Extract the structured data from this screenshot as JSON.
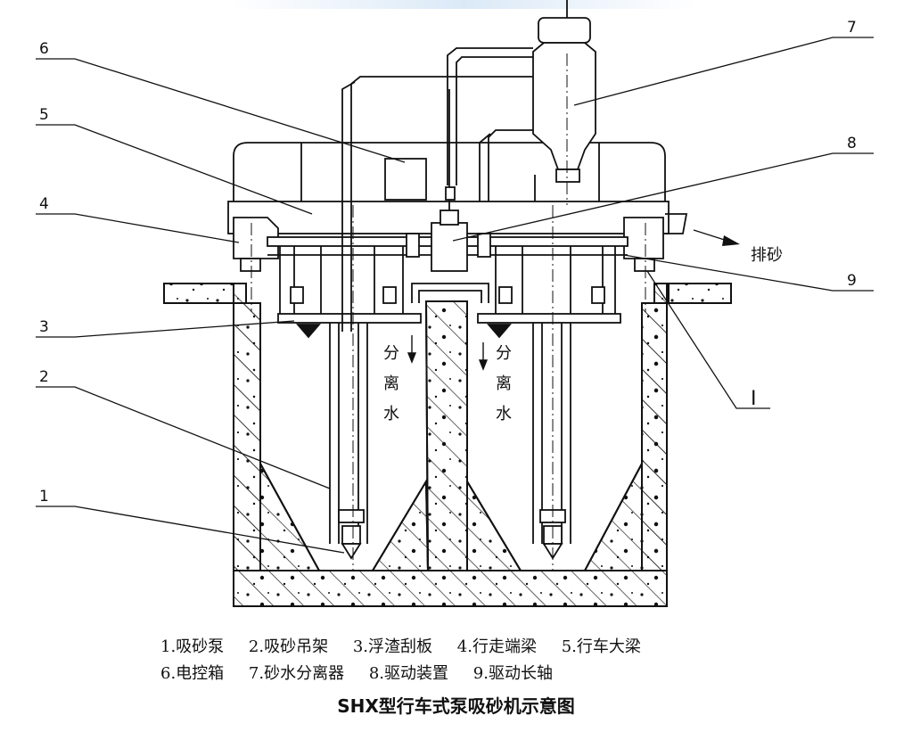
{
  "labels": {
    "n1": "1",
    "n2": "2",
    "n3": "3",
    "n4": "4",
    "n5": "5",
    "n6": "6",
    "n7": "7",
    "n8": "8",
    "n9": "9",
    "nI": "I"
  },
  "annotations": {
    "sand_discharge": "排砂",
    "separated_water_left": [
      "分",
      "离",
      "水"
    ],
    "separated_water_right": [
      "分",
      "离",
      "水"
    ]
  },
  "legend": {
    "row1": [
      "1.吸砂泵",
      "2.吸砂吊架",
      "3.浮渣刮板",
      "4.行走端梁",
      "5.行车大梁"
    ],
    "row2": [
      "6.电控箱",
      "7.砂水分离器",
      "8.驱动装置",
      "9.驱动长轴"
    ]
  },
  "caption": "SHX型行车式泵吸砂机示意图"
}
